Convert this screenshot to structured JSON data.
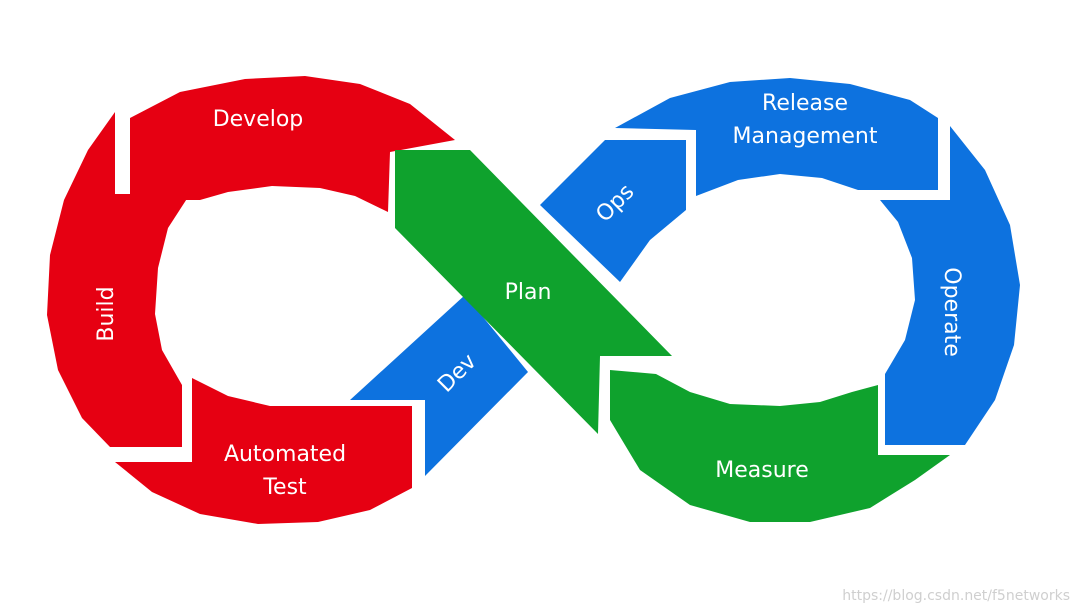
{
  "diagram": {
    "colors": {
      "red": "#e60012",
      "blue": "#0d72df",
      "green": "#0fa22d",
      "background": "#ffffff"
    },
    "left_loop": {
      "develop": "Develop",
      "build": "Build",
      "automated_test_line1": "Automated",
      "automated_test_line2": "Test",
      "dev": "Dev"
    },
    "center": {
      "plan": "Plan"
    },
    "right_loop": {
      "ops": "Ops",
      "release_line1": "Release",
      "release_line2": "Management",
      "operate": "Operate",
      "measure": "Measure"
    }
  },
  "watermark": "https://blog.csdn.net/f5networks"
}
